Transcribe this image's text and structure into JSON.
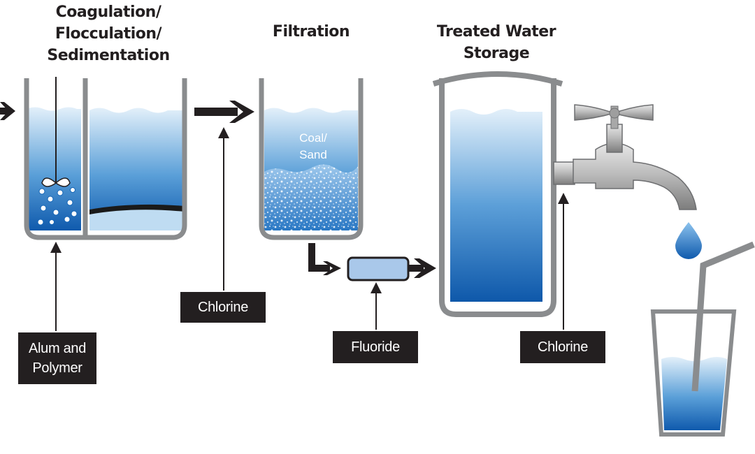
{
  "stages": [
    {
      "title_lines": [
        "Coagulation/",
        "Flocculation/",
        "Sedimentation"
      ]
    },
    {
      "title_lines": [
        "Filtration"
      ],
      "media_lines": [
        "Coal/",
        "Sand"
      ]
    },
    {
      "title_lines": [
        "Treated Water",
        "Storage"
      ]
    }
  ],
  "additives": {
    "alum_polymer": [
      "Alum and",
      "Polymer"
    ],
    "chlorine_1": "Chlorine",
    "fluoride": "Fluoride",
    "chlorine_2": "Chlorine"
  },
  "colors": {
    "ink": "#231f20",
    "tank_stroke": "#8a8c8e",
    "water_light": "#dcecf8",
    "water_dark": "#1565b5",
    "fluoride_unit": "#a9c8ea",
    "sludge": "#1a1a1a"
  },
  "icons": [
    "flow-arrow-icon",
    "mixer-icon",
    "faucet-icon",
    "water-drop-icon",
    "drinking-glass-icon",
    "straw-icon"
  ]
}
